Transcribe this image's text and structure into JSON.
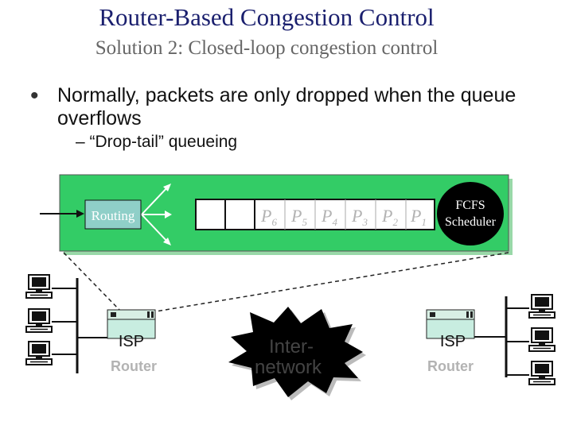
{
  "title": "Router-Based Congestion Control",
  "subtitle": "Solution 2: Closed-loop congestion control",
  "bullet": {
    "text": "Normally, packets are only dropped when the queue overflows",
    "sub": "– “Drop-tail” queueing"
  },
  "router_box": {
    "routing_label": "Routing",
    "packets": [
      {
        "p": "P",
        "n": "6"
      },
      {
        "p": "P",
        "n": "5"
      },
      {
        "p": "P",
        "n": "4"
      },
      {
        "p": "P",
        "n": "3"
      },
      {
        "p": "P",
        "n": "2"
      },
      {
        "p": "P",
        "n": "1"
      }
    ],
    "scheduler_line1": "FCFS",
    "scheduler_line2": "Scheduler"
  },
  "network": {
    "left_isp": "ISP",
    "left_router": "Router",
    "right_isp": "ISP",
    "right_router": "Router",
    "cloud_line1": "Inter-",
    "cloud_line2": "network"
  },
  "colors": {
    "green": "#33cc66",
    "router_label_fill": "#c8ede0",
    "dark": "#111111"
  }
}
